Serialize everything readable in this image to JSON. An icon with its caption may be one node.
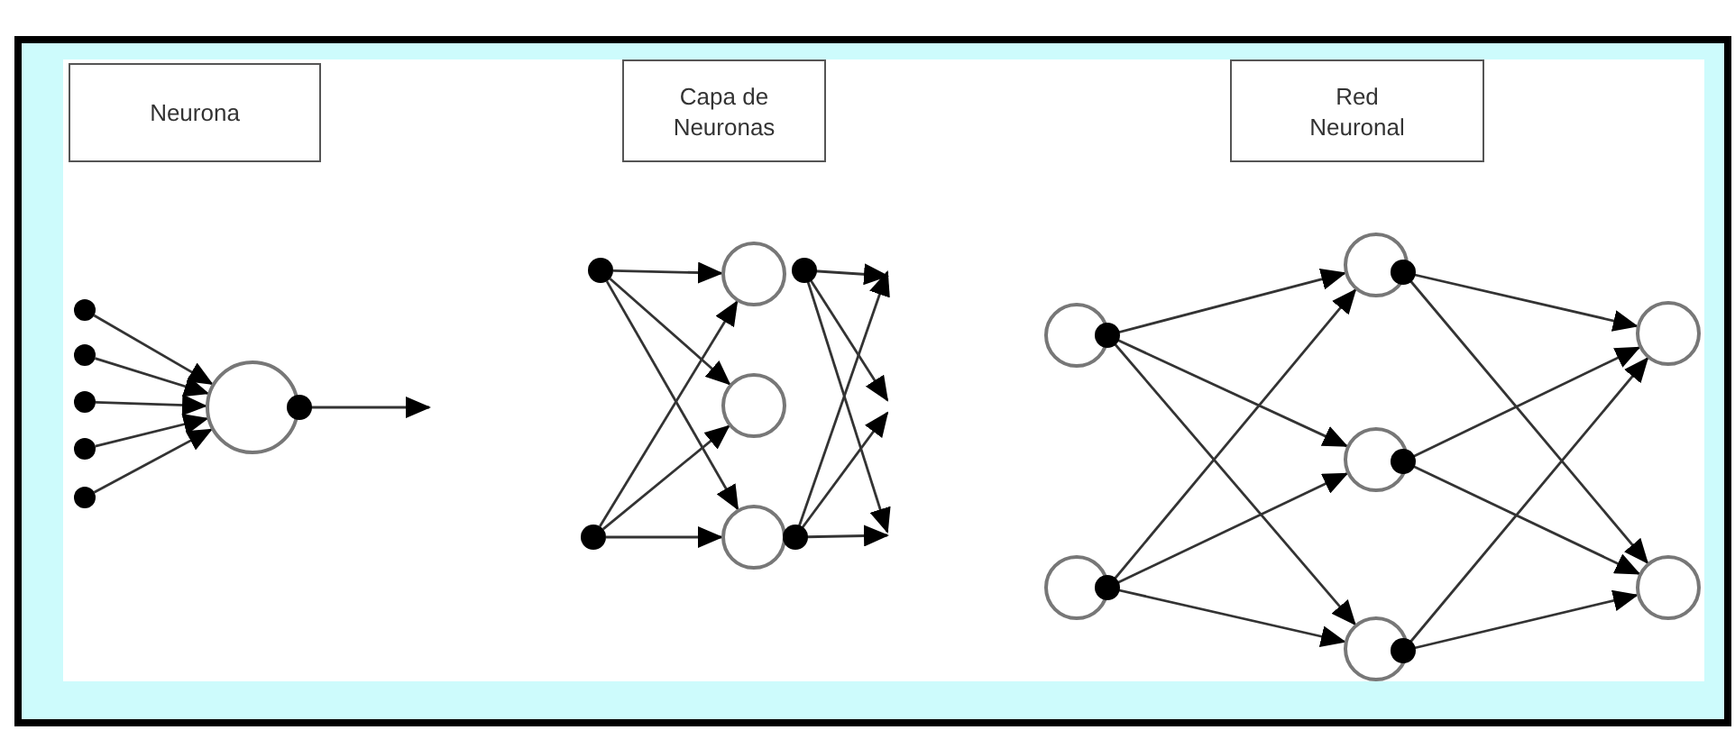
{
  "diagram": {
    "nodes": [
      {
        "text": [
          "Neurona"
        ]
      },
      {
        "text": [
          "Capa de Neuronas"
        ]
      },
      {
        "text": [
          "Red Neuronal"
        ]
      },
      {
        "text": [],
        "shape": "dot"
      },
      {
        "text": [],
        "shape": "dot"
      },
      {
        "text": [],
        "shape": "dot"
      },
      {
        "text": [],
        "shape": "dot"
      },
      {
        "text": [],
        "shape": "dot"
      },
      {
        "text": [],
        "shape": "circle"
      },
      {
        "text": [],
        "shape": "dot"
      },
      {
        "text": [],
        "shape": "dot"
      },
      {
        "text": [],
        "shape": "circle"
      },
      {
        "text": [],
        "shape": "circle"
      },
      {
        "text": [],
        "shape": "circle"
      },
      {
        "text": [],
        "shape": "circle"
      },
      {
        "text": [],
        "shape": "circle"
      },
      {
        "text": [],
        "shape": "circle"
      },
      {
        "text": [],
        "shape": "circle"
      },
      {
        "text": [],
        "shape": "circle"
      },
      {
        "text": [],
        "shape": "circle"
      },
      {
        "text": [],
        "shape": "circle"
      }
    ],
    "edges": [
      {
        "from": 3,
        "to": 8,
        "arrow": "to"
      },
      {
        "from": 4,
        "to": 8,
        "arrow": "to"
      },
      {
        "from": 5,
        "to": 8,
        "arrow": "to"
      },
      {
        "from": 6,
        "to": 8,
        "arrow": "to"
      },
      {
        "from": 7,
        "to": 8,
        "arrow": "to"
      },
      {
        "from": 8,
        "to": null,
        "arrow": "to"
      },
      {
        "from": 9,
        "to": 11,
        "arrow": "to"
      },
      {
        "from": 9,
        "to": 12,
        "arrow": "to"
      },
      {
        "from": 9,
        "to": 13,
        "arrow": "to"
      },
      {
        "from": 10,
        "to": 11,
        "arrow": "to"
      },
      {
        "from": 10,
        "to": 12,
        "arrow": "to"
      },
      {
        "from": 10,
        "to": 13,
        "arrow": "to"
      },
      {
        "from": 11,
        "to": null,
        "arrow": "to"
      },
      {
        "from": 11,
        "to": null,
        "arrow": "to"
      },
      {
        "from": 11,
        "to": null,
        "arrow": "to"
      },
      {
        "from": 13,
        "to": null,
        "arrow": "to"
      },
      {
        "from": 13,
        "to": null,
        "arrow": "to"
      },
      {
        "from": 13,
        "to": null,
        "arrow": "to"
      },
      {
        "from": 14,
        "to": 16,
        "arrow": "to"
      },
      {
        "from": 14,
        "to": 17,
        "arrow": "to"
      },
      {
        "from": 14,
        "to": 18,
        "arrow": "to"
      },
      {
        "from": 15,
        "to": 16,
        "arrow": "to"
      },
      {
        "from": 15,
        "to": 17,
        "arrow": "to"
      },
      {
        "from": 15,
        "to": 18,
        "arrow": "to"
      },
      {
        "from": 16,
        "to": 19,
        "arrow": "to"
      },
      {
        "from": 16,
        "to": 20,
        "arrow": "to"
      },
      {
        "from": 17,
        "to": 19,
        "arrow": "to"
      },
      {
        "from": 17,
        "to": 20,
        "arrow": "to"
      },
      {
        "from": 18,
        "to": 19,
        "arrow": "to"
      },
      {
        "from": 18,
        "to": 20,
        "arrow": "to"
      }
    ]
  }
}
